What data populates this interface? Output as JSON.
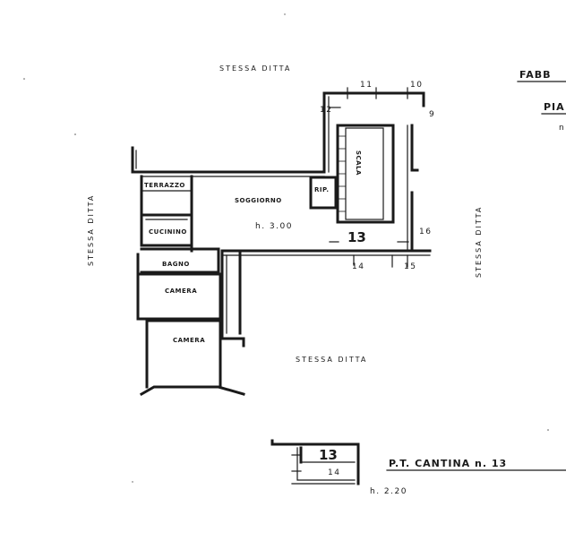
{
  "header": {
    "corner_top": "FABB",
    "corner_mid": "PIA",
    "corner_small": "n"
  },
  "surroundings": {
    "top": "STESSA DITTA",
    "left": "STESSA DITTA",
    "right": "STESSA DITTA",
    "bottom": "STESSA DITTA"
  },
  "rooms": {
    "terrace": "TERRAZZO",
    "living": "SOGGIORNO",
    "kitchenette": "CUCININO",
    "bathroom": "BAGNO",
    "bedroom_1": "CAMERA",
    "bedroom_2": "CAMERA",
    "closet": "RIP.",
    "stairs": "SCALA"
  },
  "height_main": "h. 3.00",
  "unit_number": "13",
  "boundary_numbers": {
    "n11": "11",
    "n10": "10",
    "n12": "12",
    "n9": "9",
    "n16": "16",
    "n14": "14",
    "n15": "15"
  },
  "cellar": {
    "title": "P.T. CANTINA n. 13",
    "number": "13",
    "neighbor": "14",
    "height": "h. 2.20"
  }
}
